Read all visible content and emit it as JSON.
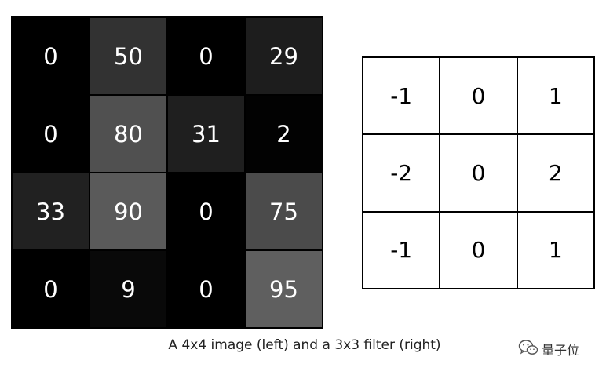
{
  "image_matrix": {
    "rows": [
      [
        {
          "value": "0",
          "shade": "#000000"
        },
        {
          "value": "50",
          "shade": "#323232"
        },
        {
          "value": "0",
          "shade": "#000000"
        },
        {
          "value": "29",
          "shade": "#1d1d1d"
        }
      ],
      [
        {
          "value": "0",
          "shade": "#000000"
        },
        {
          "value": "80",
          "shade": "#505050"
        },
        {
          "value": "31",
          "shade": "#1f1f1f"
        },
        {
          "value": "2",
          "shade": "#020202"
        }
      ],
      [
        {
          "value": "33",
          "shade": "#212121"
        },
        {
          "value": "90",
          "shade": "#5a5a5a"
        },
        {
          "value": "0",
          "shade": "#000000"
        },
        {
          "value": "75",
          "shade": "#4b4b4b"
        }
      ],
      [
        {
          "value": "0",
          "shade": "#000000"
        },
        {
          "value": "9",
          "shade": "#090909"
        },
        {
          "value": "0",
          "shade": "#000000"
        },
        {
          "value": "95",
          "shade": "#5f5f5f"
        }
      ]
    ]
  },
  "filter_matrix": {
    "rows": [
      [
        "-1",
        "0",
        "1"
      ],
      [
        "-2",
        "0",
        "2"
      ],
      [
        "-1",
        "0",
        "1"
      ]
    ]
  },
  "caption": "A 4x4 image (left) and a 3x3 filter (right)",
  "watermark": {
    "icon": "wechat-icon",
    "text": "量子位"
  }
}
